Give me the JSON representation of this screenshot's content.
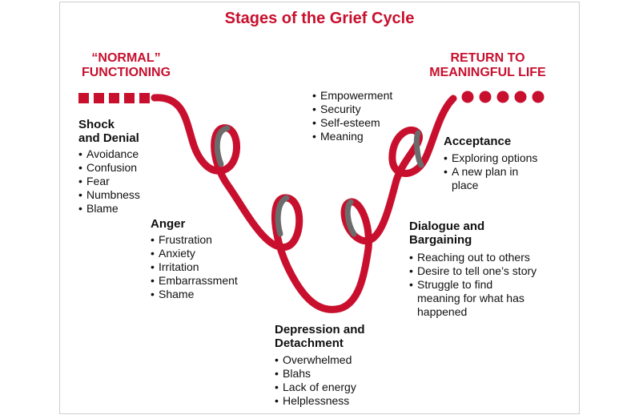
{
  "title": "Stages of the Grief Cycle",
  "headings": {
    "normal_line1": "“NORMAL”",
    "normal_line2": "FUNCTIONING",
    "return_line1": "RETURN TO",
    "return_line2": "MEANINGFUL LIFE"
  },
  "colors": {
    "accent": "#c8102e",
    "fold_shade": "#6b6b6b"
  },
  "stages": {
    "shock": {
      "title_line1": "Shock",
      "title_line2": "and Denial",
      "items": [
        "Avoidance",
        "Confusion",
        "Fear",
        "Numbness",
        "Blame"
      ]
    },
    "anger": {
      "title": "Anger",
      "items": [
        "Frustration",
        "Anxiety",
        "Irritation",
        "Embarrassment",
        "Shame"
      ]
    },
    "depression": {
      "title_line1": "Depression and",
      "title_line2": "Detachment",
      "items": [
        "Overwhelmed",
        "Blahs",
        "Lack of energy",
        "Helplessness"
      ]
    },
    "dialogue": {
      "title_line1": "Dialogue and",
      "title_line2": "Bargaining",
      "items": [
        "Reaching out to others",
        "Desire to tell one’s story",
        "Struggle to find",
        "meaning for what has",
        "happened"
      ]
    },
    "acceptance": {
      "title": "Acceptance",
      "items": [
        "Exploring options",
        "A new plan in",
        "place"
      ]
    },
    "return": {
      "items": [
        "Empowerment",
        "Security",
        "Self-esteem",
        "Meaning"
      ]
    }
  }
}
